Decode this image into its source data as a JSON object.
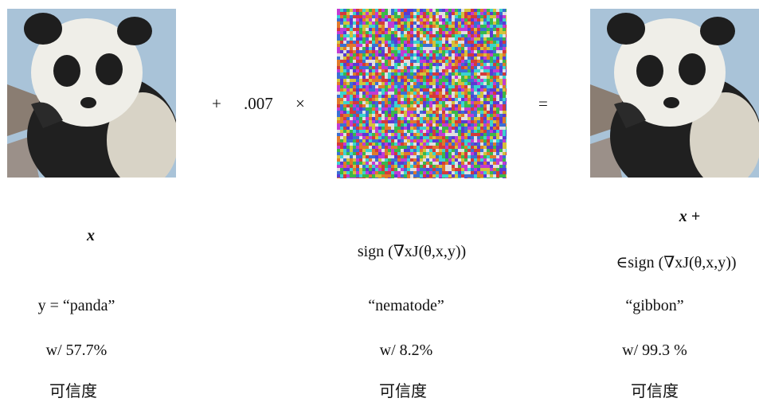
{
  "operators": {
    "plus": "+",
    "coefficient": ".007",
    "times": "×",
    "equals": "="
  },
  "columns": [
    {
      "image": "panda-photo",
      "formula": "x",
      "label": "y = “panda”",
      "confidence": "w/ 57.7%",
      "confidence_label": "可信度"
    },
    {
      "image": "perturbation-noise",
      "formula": "sign (∇xJ(θ,x,y))",
      "label": "“nematode”",
      "confidence": "w/ 8.2%",
      "confidence_label": "可信度"
    },
    {
      "image": "panda-photo-perturbed",
      "formula_line1": "x +",
      "formula_line2": "∈sign (∇xJ(θ,x,y))",
      "label": "“gibbon”",
      "confidence": "w/ 99.3 %",
      "confidence_label": "可信度"
    }
  ],
  "colors": {
    "sky": "#a9c3d8",
    "fur_white": "#efeee8",
    "fur_black": "#1e1e1e",
    "branch": "#8a7d72"
  }
}
